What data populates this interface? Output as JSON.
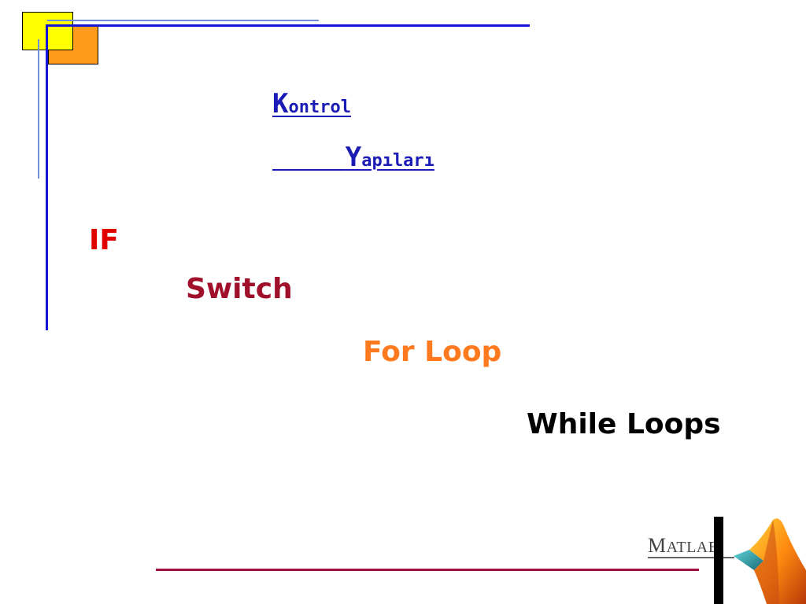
{
  "colors": {
    "frame_blue": "#1515d8",
    "frame_light_blue": "#6f8fd8",
    "bottom_line": "#a01040",
    "square_yellow": "#ffff00",
    "square_orange": "#ff9b1a",
    "title": "#1b1bb5",
    "if": "#e00000",
    "switch": "#a0102a",
    "for": "#ff7a1f",
    "while": "#000000"
  },
  "title": {
    "line1_first": "K",
    "line1_rest": "ontrol",
    "line2_first": "Y",
    "line2_rest": "apıları"
  },
  "items": {
    "if": "IF",
    "switch": "Switch",
    "for": "For Loop",
    "while": "While Loops"
  },
  "logo": {
    "first": "M",
    "rest": "ATLAB"
  }
}
